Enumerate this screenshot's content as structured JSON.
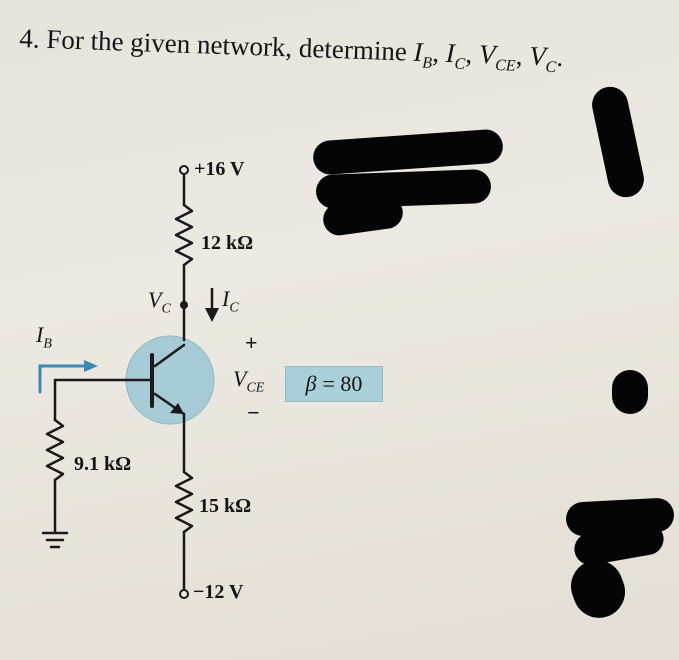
{
  "question": {
    "prefix": "4. For the given network, determine ",
    "ib": "I",
    "ib_sub": "B",
    "ic": "I",
    "ic_sub": "C",
    "vce": "V",
    "vce_sub": "CE",
    "vc": "V",
    "vc_sub": "C",
    "sep": ", ",
    "end": "."
  },
  "circuit": {
    "vcc": "+16 V",
    "rc": "12 kΩ",
    "rb": "9.1 kΩ",
    "re": "15 kΩ",
    "vee": "−12 V",
    "vc_label": "V",
    "vc_label_sub": "C",
    "ic_label": "I",
    "ic_label_sub": "C",
    "ib_label": "I",
    "ib_label_sub": "B",
    "vce_label": "V",
    "vce_label_sub": "CE",
    "plus": "+",
    "minus": "−",
    "beta_symbol": "β",
    "beta_value": "= 80"
  },
  "colors": {
    "transistor_fill": "#a7cbd6",
    "arrow_blue": "#3d88b5",
    "wire": "#1a1a1a"
  }
}
